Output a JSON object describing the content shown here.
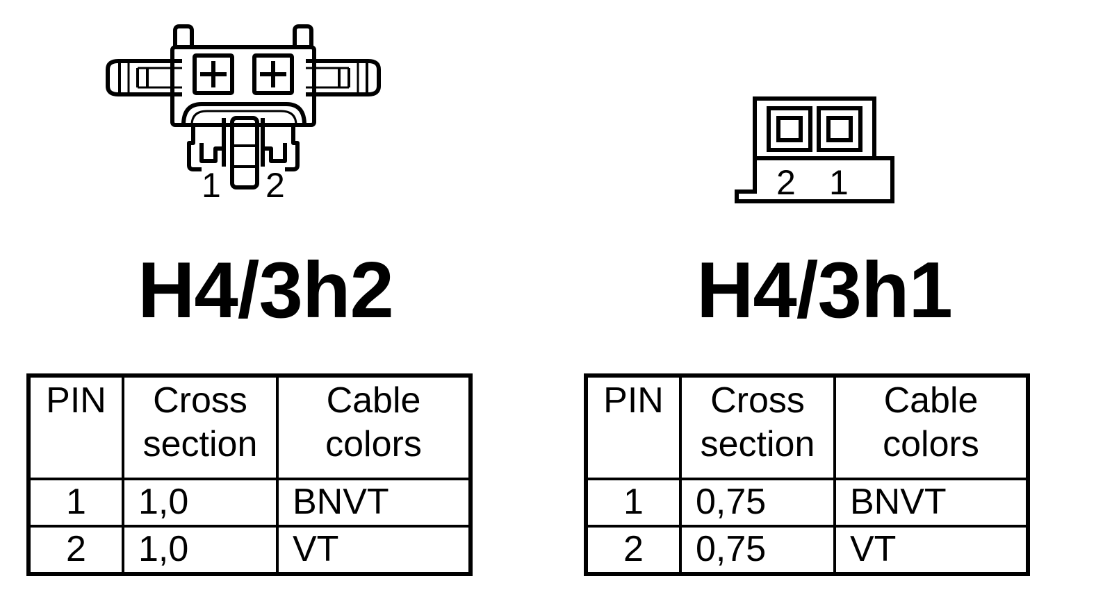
{
  "colors": {
    "ink": "#000000",
    "background": "#ffffff"
  },
  "connectors": [
    {
      "title": "H4/3h2",
      "icon": "two-pin-plug-connector-icon",
      "pin_numbers": [
        "1",
        "2"
      ],
      "table": {
        "headers": [
          {
            "line1": "PIN",
            "line2": ""
          },
          {
            "line1": "Cross",
            "line2": "section"
          },
          {
            "line1": "Cable",
            "line2": "colors"
          }
        ],
        "rows": [
          {
            "pin": "1",
            "cross_section": "1,0",
            "cable_color": "BNVT"
          },
          {
            "pin": "2",
            "cross_section": "1,0",
            "cable_color": "VT"
          }
        ]
      }
    },
    {
      "title": "H4/3h1",
      "icon": "two-pin-socket-connector-icon",
      "pin_numbers": [
        "2",
        "1"
      ],
      "table": {
        "headers": [
          {
            "line1": "PIN",
            "line2": ""
          },
          {
            "line1": "Cross",
            "line2": "section"
          },
          {
            "line1": "Cable",
            "line2": "colors"
          }
        ],
        "rows": [
          {
            "pin": "1",
            "cross_section": "0,75",
            "cable_color": "BNVT"
          },
          {
            "pin": "2",
            "cross_section": "0,75",
            "cable_color": "VT"
          }
        ]
      }
    }
  ]
}
